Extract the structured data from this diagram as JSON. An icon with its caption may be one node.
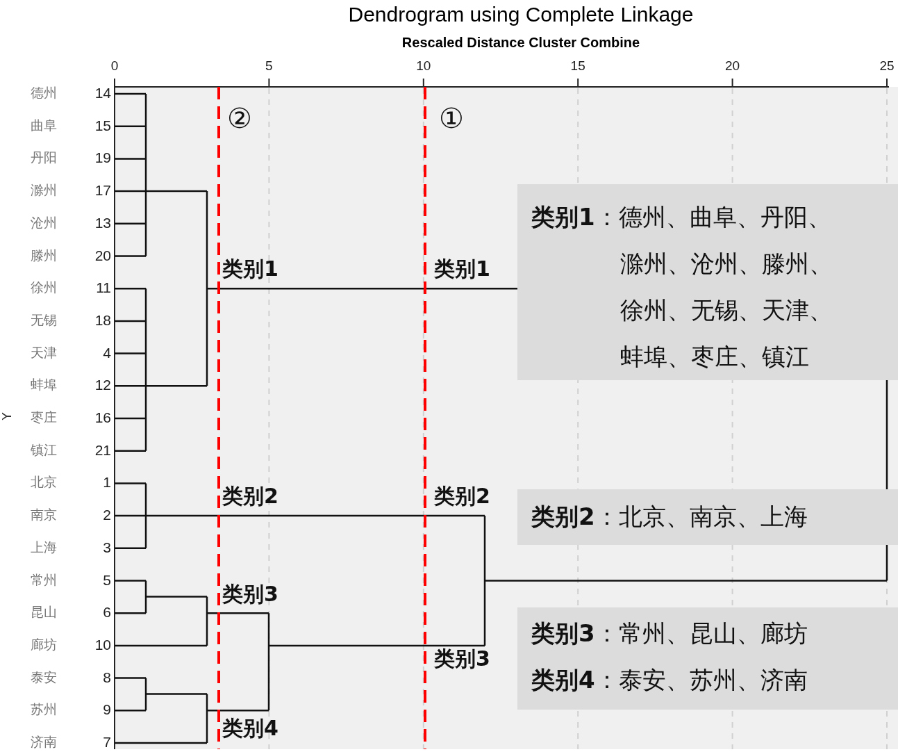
{
  "diagram": {
    "title": "Dendrogram using Complete Linkage",
    "nodes": [
      {
        "text": [
          "**类别1**：德州、曲阜、丹阳、滁州、沧州、滕州、徐州、无锡、天津、蚌埠、枣庄、镇江"
        ]
      },
      {
        "text": [
          "**类别2**：北京、南京、上海"
        ]
      },
      {
        "text": [
          "**类别3**：常州、昆山、廊坊",
          "**类别4**：泰安、苏州、济南"
        ]
      }
    ],
    "labels": [
      "Rescaled Distance Cluster Combine",
      "0",
      "5",
      "10",
      "15",
      "20",
      "25",
      "Y",
      "德州",
      "14",
      "曲阜",
      "15",
      "丹阳",
      "19",
      "滁州",
      "17",
      "沧州",
      "13",
      "滕州",
      "20",
      "徐州",
      "11",
      "无锡",
      "18",
      "天津",
      "4",
      "蚌埠",
      "12",
      "枣庄",
      "16",
      "镇江",
      "21",
      "北京",
      "1",
      "南京",
      "2",
      "上海",
      "3",
      "常州",
      "5",
      "昆山",
      "6",
      "廊坊",
      "10",
      "泰安",
      "8",
      "苏州",
      "9",
      "济南",
      "7",
      "②",
      "①",
      "类别1",
      "类别1",
      "类别2",
      "类别2",
      "类别3",
      "类别3",
      "类别4"
    ]
  }
}
